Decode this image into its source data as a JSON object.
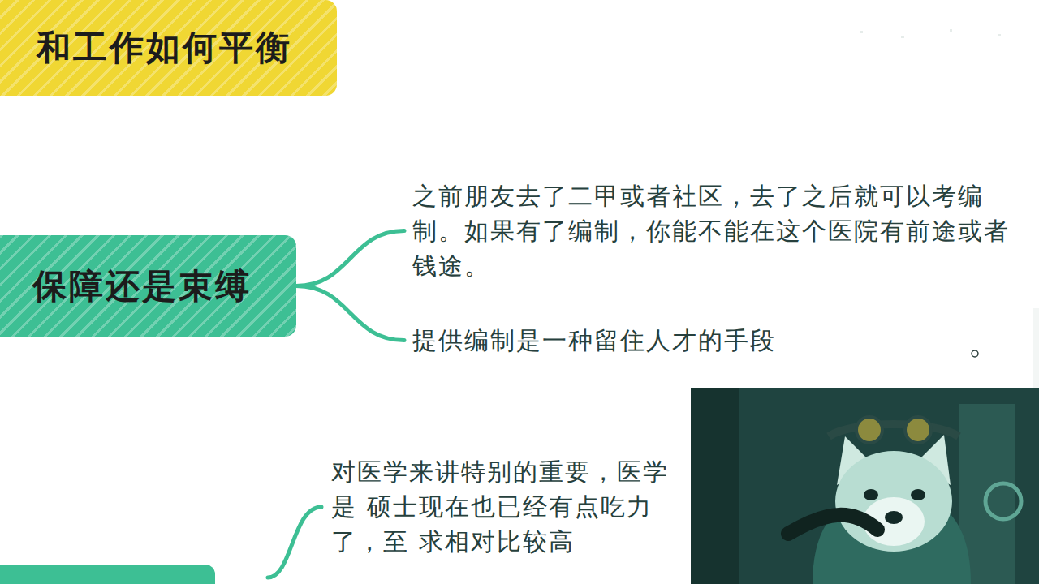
{
  "diagram": {
    "nodes": [
      {
        "text": [
          "和工作如何平衡"
        ]
      },
      {
        "text": [
          "保障还是束缚"
        ]
      },
      {
        "text": [
          "之前朋友去了二甲或者社区，去了之后就可以考编制。如果有了编制，你能不能在这个医院有前途或者钱途。"
        ]
      },
      {
        "text": [
          "提供编制是一种留住人才的手段"
        ]
      },
      {
        "text": [
          "对医学来讲特别的重要，医学是 硕士现在也已经有点吃力了，至 求相对比较高"
        ]
      }
    ],
    "edges": [
      {
        "from": 1,
        "to": 2,
        "arrow": "none"
      },
      {
        "from": 1,
        "to": 3,
        "arrow": "none"
      }
    ]
  }
}
